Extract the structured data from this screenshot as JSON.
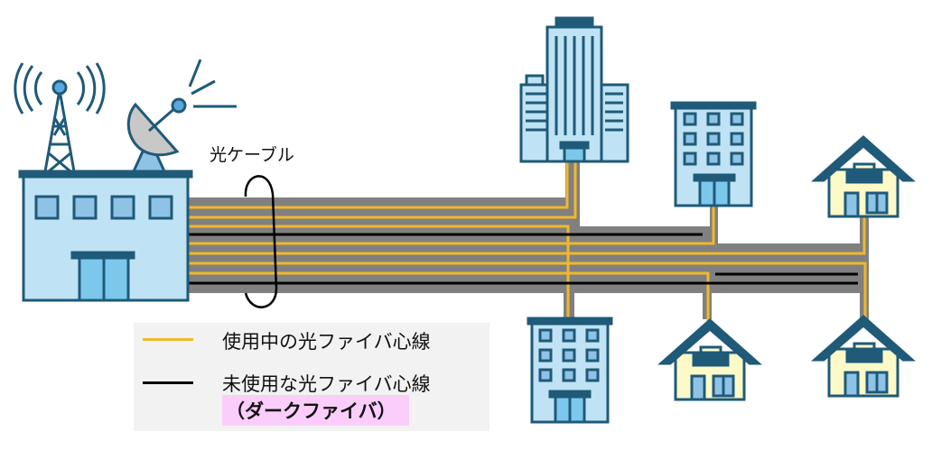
{
  "cable_label": "光ケーブル",
  "legend": {
    "used_label": "使用中の光ファイバ心線",
    "unused_label": "未使用な光ファイバ心線",
    "dark_fiber_label": "（ダークファイバ）"
  },
  "colors": {
    "used_fiber": "#f0b92a",
    "unused_fiber": "#000000",
    "cable_sheath": "#808080",
    "building_fill": "#bfe3f4",
    "building_stroke": "#1f5a78",
    "house_fill": "#fdfac8",
    "highlight": "#fbcdfb"
  }
}
